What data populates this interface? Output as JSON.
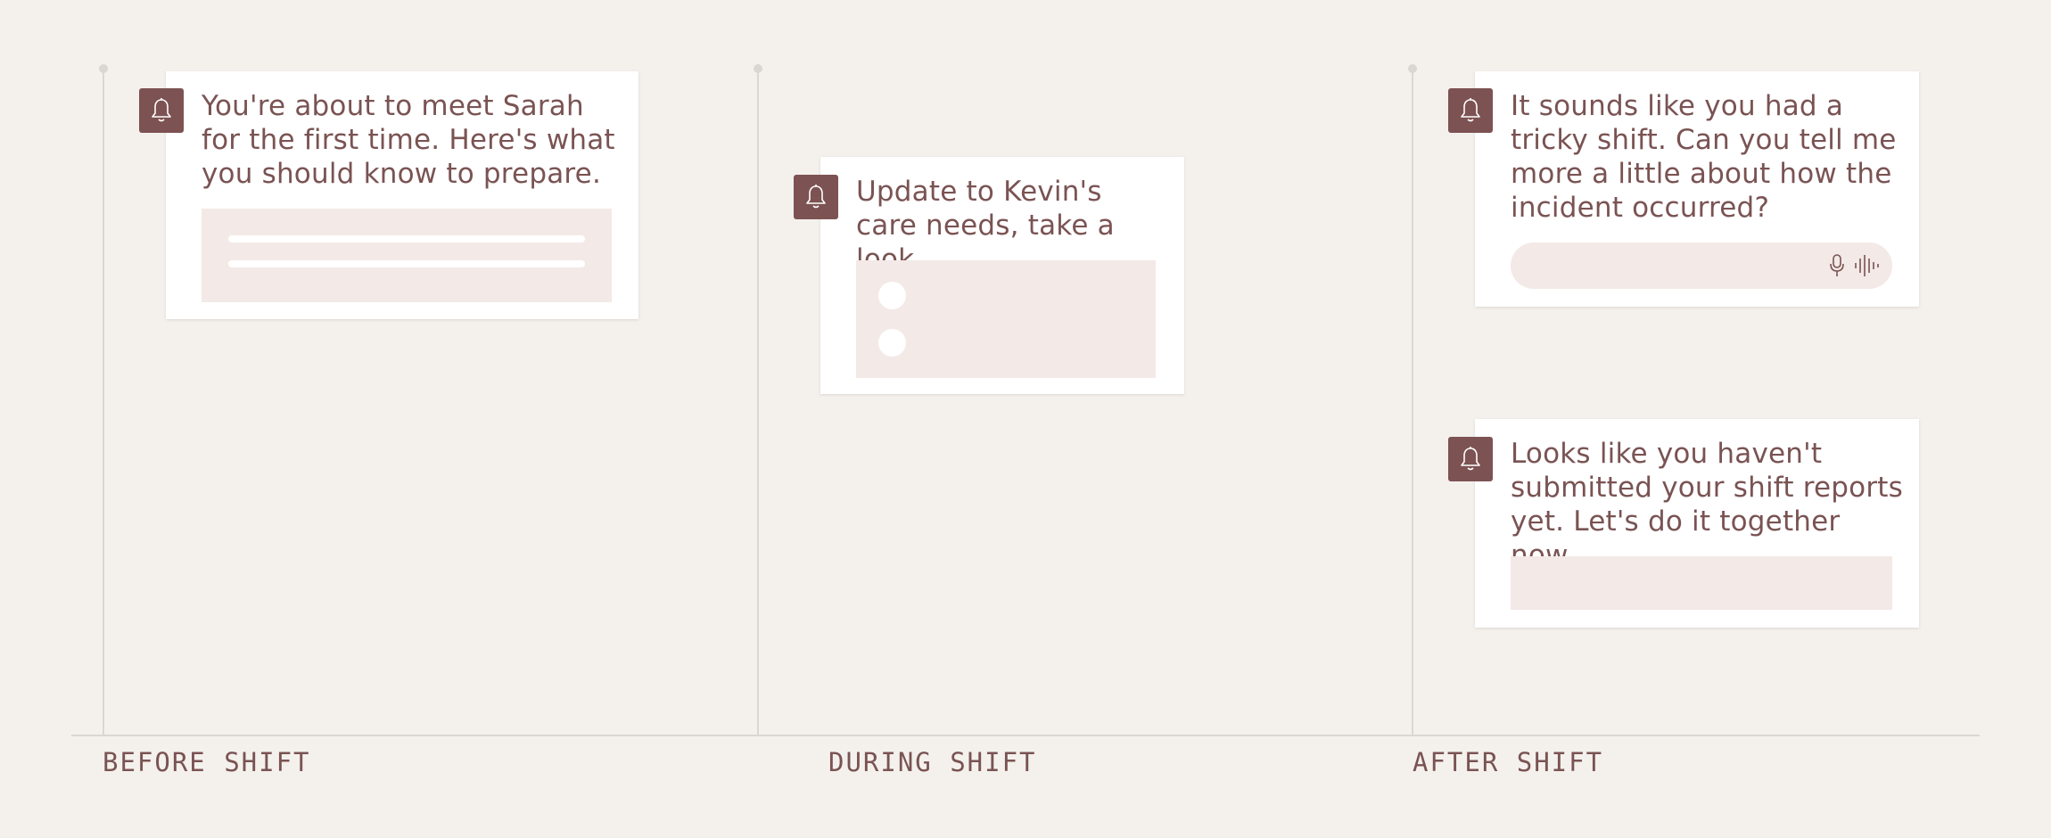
{
  "phases": [
    {
      "label": "BEFORE SHIFT"
    },
    {
      "label": "DURING SHIFT"
    },
    {
      "label": "AFTER SHIFT"
    }
  ],
  "cards": {
    "before": {
      "message": "You're about to meet Sarah for the first time. Here's what you should know to prepare.",
      "icon": "bell-icon"
    },
    "during": {
      "message": "Update to Kevin's care needs, take a look.",
      "icon": "bell-icon"
    },
    "after_question": {
      "message": "It sounds like you had a tricky shift. Can you tell me more a little about how the incident occurred?",
      "icon": "bell-icon",
      "input_icons": [
        "microphone-icon",
        "voice-wave-icon"
      ]
    },
    "after_reports": {
      "message": "Looks like you haven't submitted your shift reports yet. Let's do it together now.",
      "icon": "bell-icon"
    }
  },
  "colors": {
    "background": "#f4f1ed",
    "accent": "#7d5252",
    "text": "#7a5353",
    "placeholder": "#f3e9e6",
    "line": "#dcd6d1"
  }
}
